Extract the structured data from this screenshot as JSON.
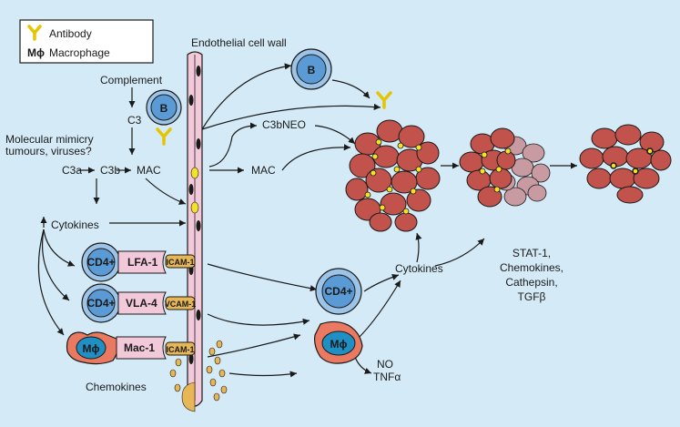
{
  "legend": {
    "antibody_label": "Antibody",
    "macrophage_symbol": "Mϕ",
    "macrophage_label": "Macrophage"
  },
  "labels": {
    "endothelial_wall": "Endothelial cell wall",
    "complement": "Complement",
    "c3": "C3",
    "molecular_mimicry_line1": "Molecular mimicry",
    "molecular_mimicry_line2": "tumours, viruses?",
    "c3a": "C3a",
    "c3b": "C3b",
    "mac_left": "MAC",
    "mac_right": "MAC",
    "c3bneo": "C3bNEO",
    "cytokines_left": "Cytokines",
    "cytokines_right": "Cytokines",
    "chemokines": "Chemokines",
    "no": "NO",
    "tnfa": "TNFα",
    "outcome_line1": "STAT-1,",
    "outcome_line2": "Chemokines,",
    "outcome_line3": "Cathepsin,",
    "outcome_line4": "TGFβ"
  },
  "cells": {
    "b_cell": "B",
    "cd4": "CD4+",
    "macrophage": "Mϕ"
  },
  "adhesion": {
    "lfa1": "LFA-1",
    "vla4": "VLA-4",
    "mac1": "Mac-1",
    "icam1": "ICAM-1",
    "vcam1": "VCAM-1"
  },
  "colors": {
    "background": "#d4ebf7",
    "wall": "#f2c9d9",
    "cell_blue": "#5b9bd5",
    "graft_red": "#c1534c",
    "graft_pale": "#c89aa2",
    "antibody_yellow": "#f3e12a",
    "adhesion_tag": "#e7b657"
  }
}
